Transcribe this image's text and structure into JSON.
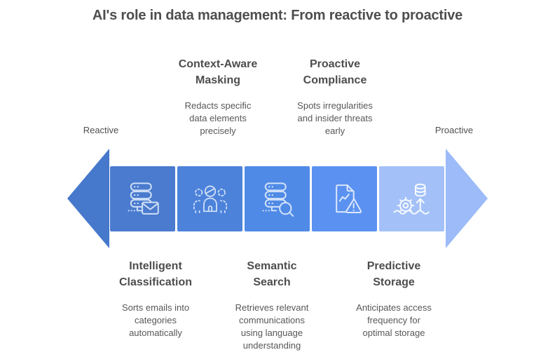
{
  "title": "AI's role in data management: From reactive to proactive",
  "arrow": {
    "left_label": "Reactive",
    "right_label": "Proactive",
    "left_color": "#4678cb",
    "right_color": "#9cbbf8"
  },
  "steps": [
    {
      "title": "Intelligent\nClassification",
      "description": "Sorts emails into\ncategories\nautomatically",
      "label_position": "below",
      "icon": "server-mail-icon",
      "color": "#4a7bce",
      "icon_color": "#cfdff7"
    },
    {
      "title": "Context-Aware\nMasking",
      "description": "Redacts specific\ndata elements\nprecisely",
      "label_position": "above",
      "icon": "masked-person-icon",
      "color": "#4c82da",
      "icon_color": "#cfdff7"
    },
    {
      "title": "Semantic\nSearch",
      "description": "Retrieves relevant\ncommunications\nusing language\nunderstanding",
      "label_position": "below",
      "icon": "server-search-icon",
      "color": "#4f8ae6",
      "icon_color": "#d3e2f9"
    },
    {
      "title": "Proactive\nCompliance",
      "description": "Spots irregularities\nand insider threats\nearly",
      "label_position": "above",
      "icon": "document-alert-icon",
      "color": "#5b92f1",
      "icon_color": "#dce8fc"
    },
    {
      "title": "Predictive\nStorage",
      "description": "Anticipates access\nfrequency for\noptimal storage",
      "label_position": "below",
      "icon": "gear-storage-icon",
      "color": "#a3c1f8",
      "icon_color": "#f7faff"
    }
  ]
}
